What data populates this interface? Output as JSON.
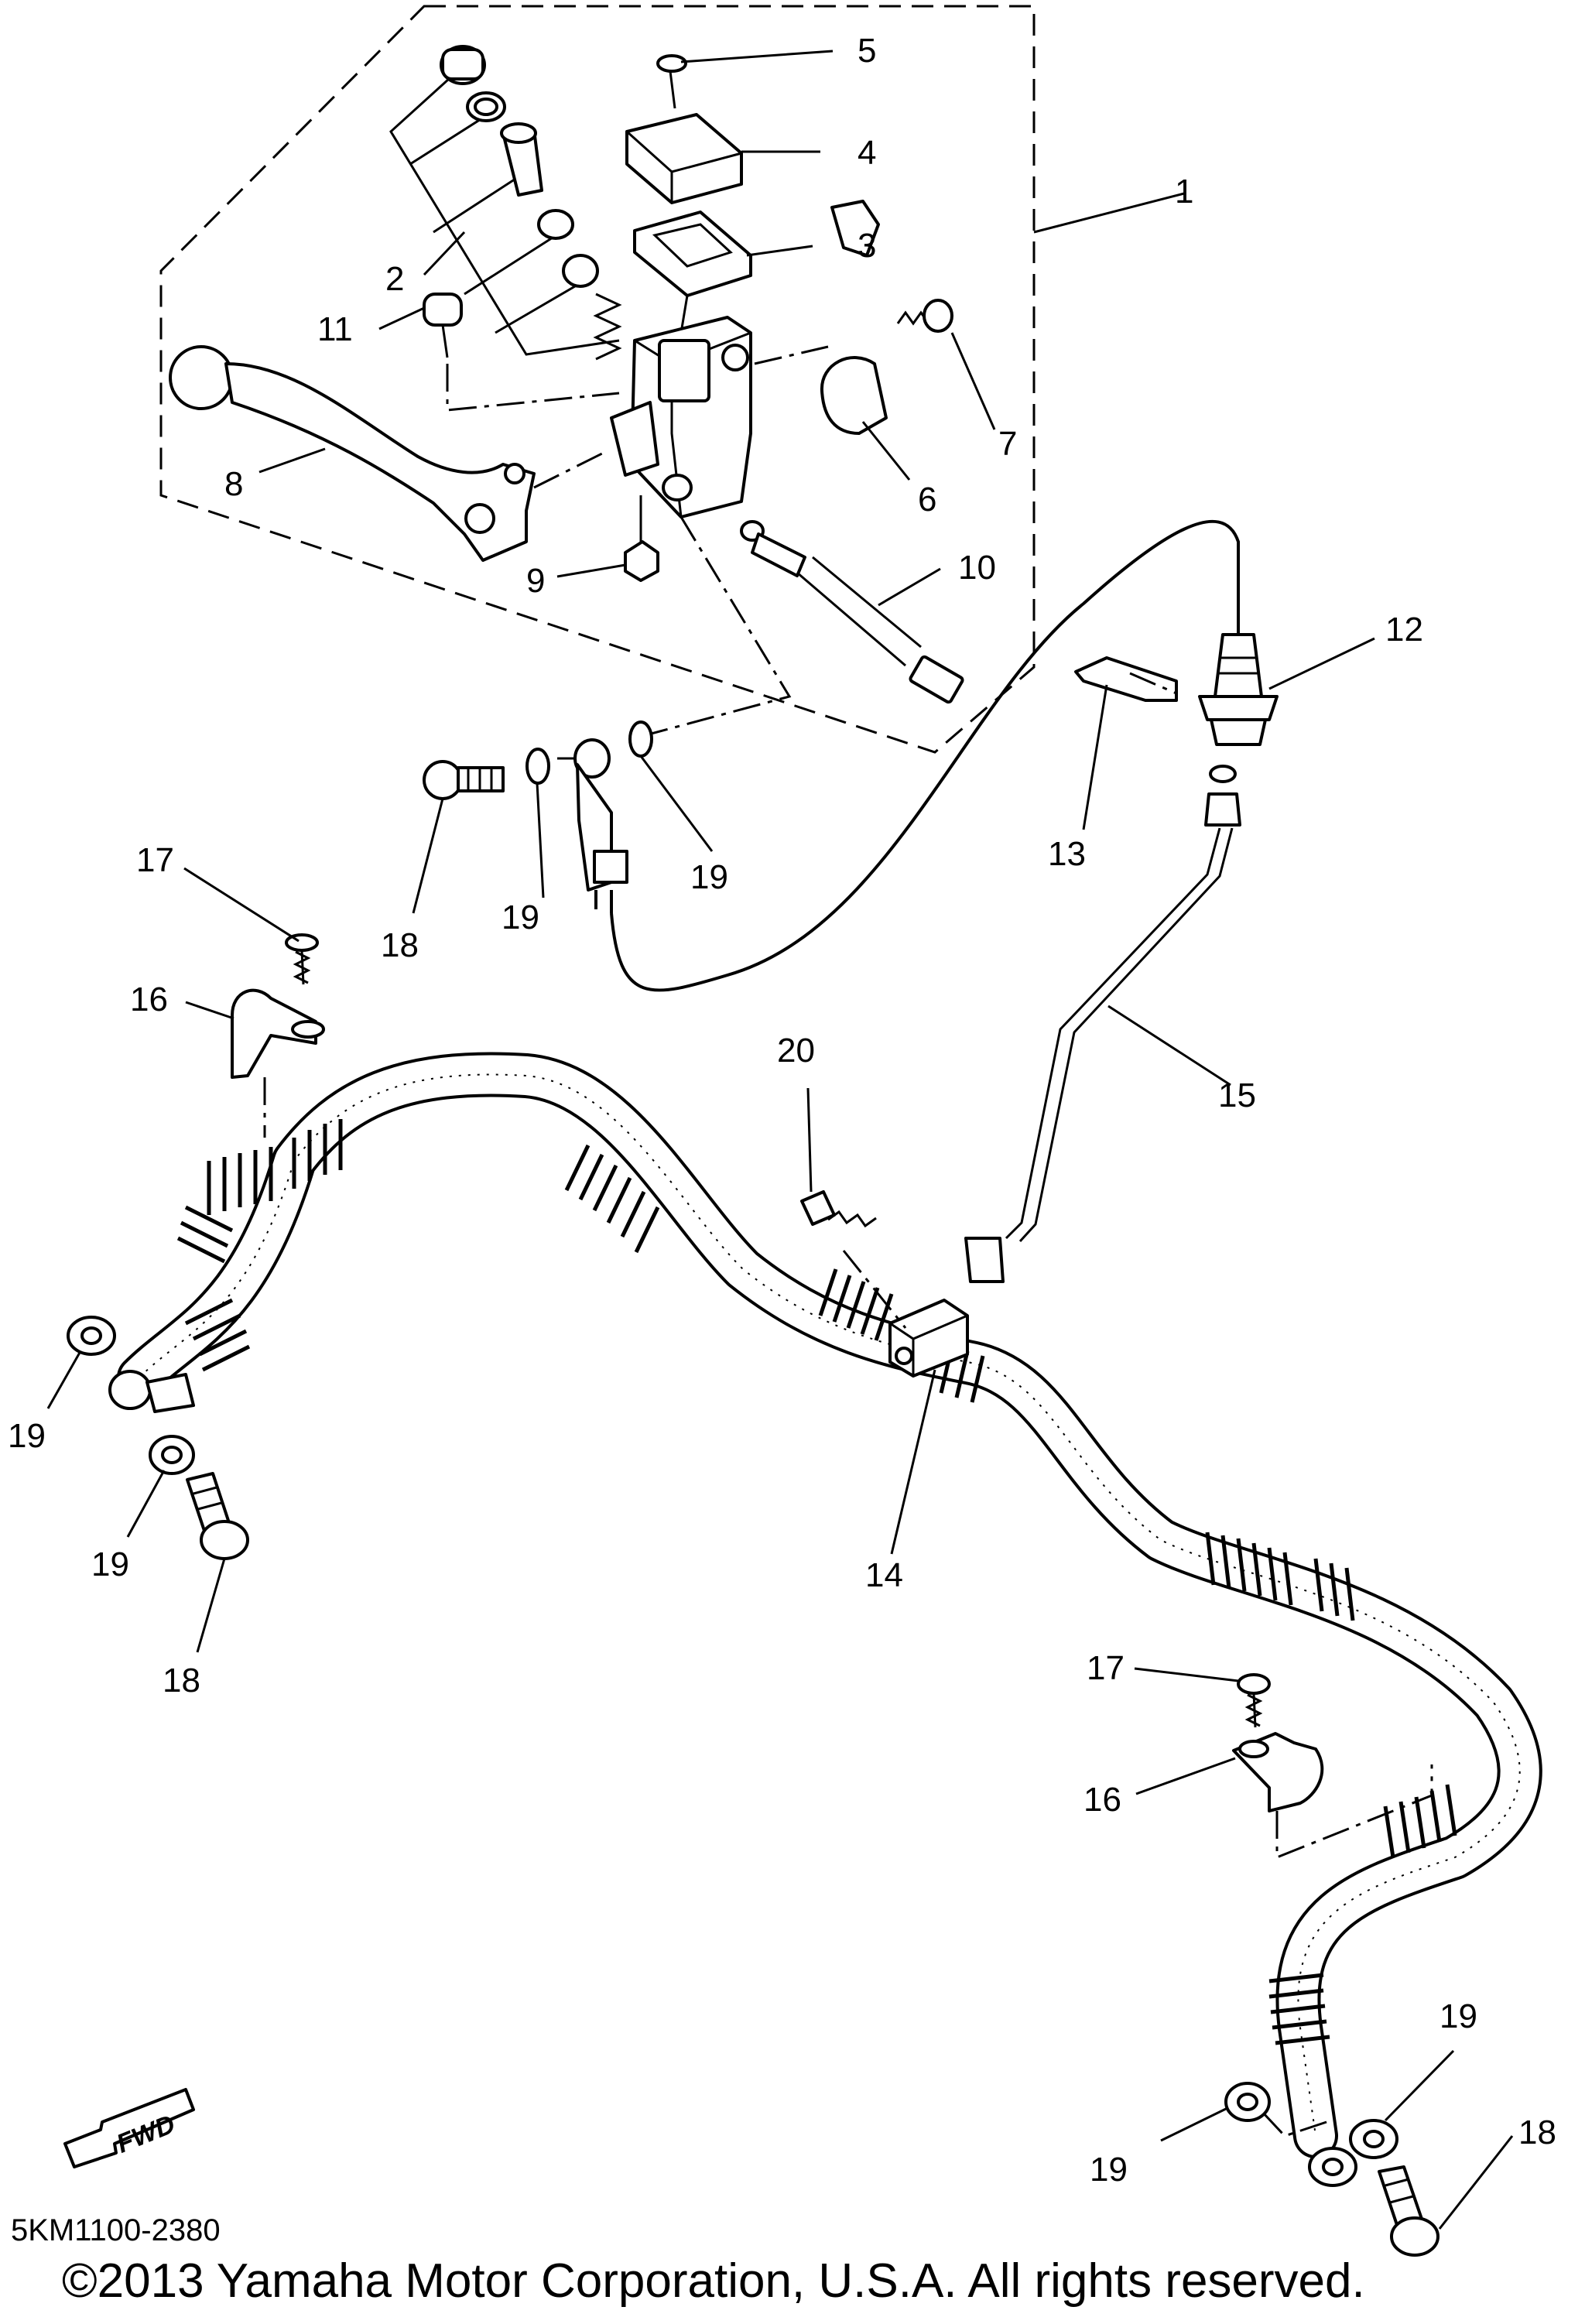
{
  "diagram": {
    "callouts": [
      {
        "id": "c1",
        "text": "1"
      },
      {
        "id": "c2",
        "text": "2"
      },
      {
        "id": "c3",
        "text": "3"
      },
      {
        "id": "c4",
        "text": "4"
      },
      {
        "id": "c5",
        "text": "5"
      },
      {
        "id": "c6",
        "text": "6"
      },
      {
        "id": "c7",
        "text": "7"
      },
      {
        "id": "c8",
        "text": "8"
      },
      {
        "id": "c9",
        "text": "9"
      },
      {
        "id": "c10",
        "text": "10"
      },
      {
        "id": "c11",
        "text": "11"
      },
      {
        "id": "c12",
        "text": "12"
      },
      {
        "id": "c13",
        "text": "13"
      },
      {
        "id": "c14",
        "text": "14"
      },
      {
        "id": "c15",
        "text": "15"
      },
      {
        "id": "c16a",
        "text": "16"
      },
      {
        "id": "c16b",
        "text": "16"
      },
      {
        "id": "c17a",
        "text": "17"
      },
      {
        "id": "c17b",
        "text": "17"
      },
      {
        "id": "c18a",
        "text": "18"
      },
      {
        "id": "c18b",
        "text": "18"
      },
      {
        "id": "c18c",
        "text": "18"
      },
      {
        "id": "c19a",
        "text": "19"
      },
      {
        "id": "c19b",
        "text": "19"
      },
      {
        "id": "c19c",
        "text": "19"
      },
      {
        "id": "c19d",
        "text": "19"
      },
      {
        "id": "c19e",
        "text": "19"
      },
      {
        "id": "c19f",
        "text": "19"
      },
      {
        "id": "c20",
        "text": "20"
      }
    ],
    "fwd_arrow_text": "FWD",
    "reference_code": "5KM1100-2380",
    "copyright": "©2013 Yamaha Motor Corporation, U.S.A. All rights reserved."
  }
}
